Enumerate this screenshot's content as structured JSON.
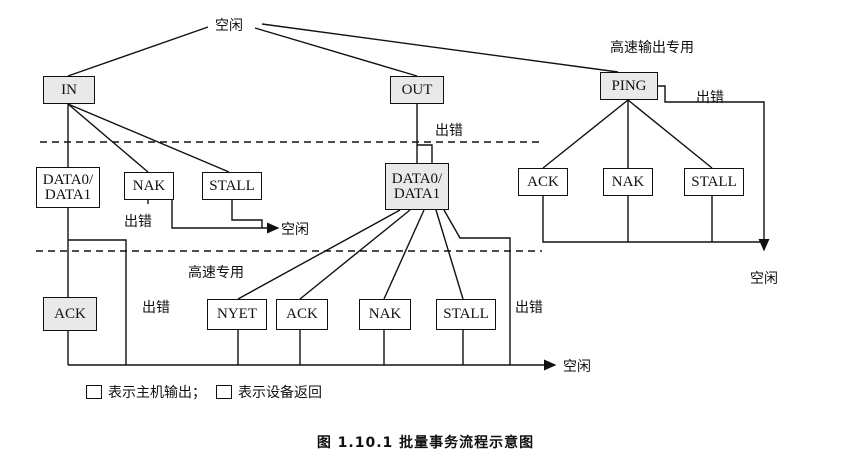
{
  "labels": {
    "idle_top": "空闲",
    "hs_output_only": "高速输出专用",
    "error_ping": "出错",
    "error_out": "出错",
    "error_in": "出错",
    "error_lower_left": "出错",
    "error_lower_right": "出错",
    "idle_mid": "空闲",
    "idle_right": "空闲",
    "idle_bottom": "空闲",
    "hs_only": "高速专用"
  },
  "boxes": {
    "in": "IN",
    "out": "OUT",
    "ping": "PING",
    "in_data": "DATA0/\nDATA1",
    "in_nak": "NAK",
    "in_stall": "STALL",
    "out_data": "DATA0/\nDATA1",
    "ping_ack": "ACK",
    "ping_nak": "NAK",
    "ping_stall": "STALL",
    "in_ack": "ACK",
    "out_nyet": "NYET",
    "out_ack": "ACK",
    "out_nak": "NAK",
    "out_stall": "STALL"
  },
  "legend": {
    "host_output": "表示主机输出；",
    "device_return": "表示设备返回"
  },
  "caption": "图 1.10.1   批量事务流程示意图"
}
